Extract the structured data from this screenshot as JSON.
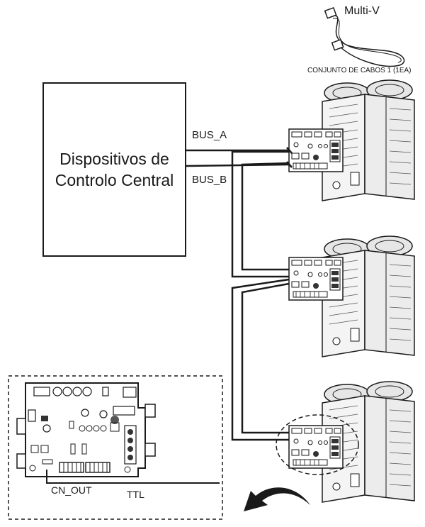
{
  "top_cable": {
    "name_label": "Multi-V",
    "caption": "CONJUNTO DE CABOS 1 (1EA)"
  },
  "central_device": {
    "line1": "Dispositivos de",
    "line2": "Controlo Central"
  },
  "bus": {
    "a_label": "BUS_A",
    "b_label": "BUS_B"
  },
  "detail": {
    "connector_label": "CN_OUT",
    "ttl_label": "TTL"
  },
  "colors": {
    "line": "#1a1a1a",
    "unit_fill": "#f4f4f4",
    "pcb_fill": "#ffffff"
  }
}
